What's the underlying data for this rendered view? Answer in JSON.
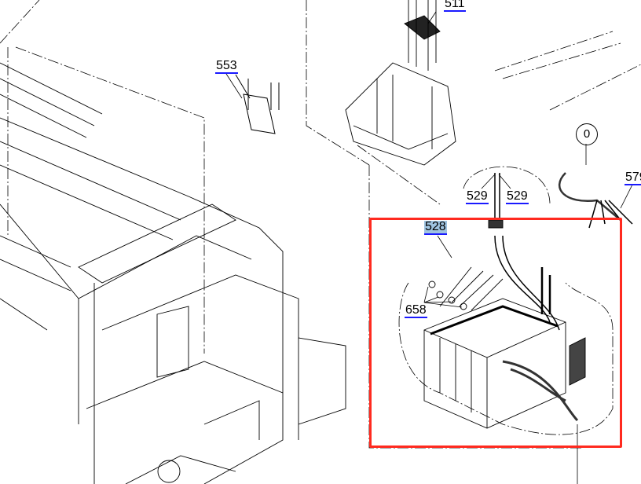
{
  "diagram": {
    "part_labels": [
      {
        "id": "511",
        "highlighted": false
      },
      {
        "id": "553",
        "highlighted": false
      },
      {
        "id": "529",
        "highlighted": false
      },
      {
        "id": "529",
        "highlighted": false
      },
      {
        "id": "528",
        "highlighted": true
      },
      {
        "id": "658",
        "highlighted": false
      },
      {
        "id": "579",
        "highlighted": false
      }
    ],
    "callout_circle": "0",
    "colors": {
      "selection_box": "#ff2a1f",
      "label_underline": "#1a1aff",
      "highlight": "#9fc3e0"
    }
  }
}
